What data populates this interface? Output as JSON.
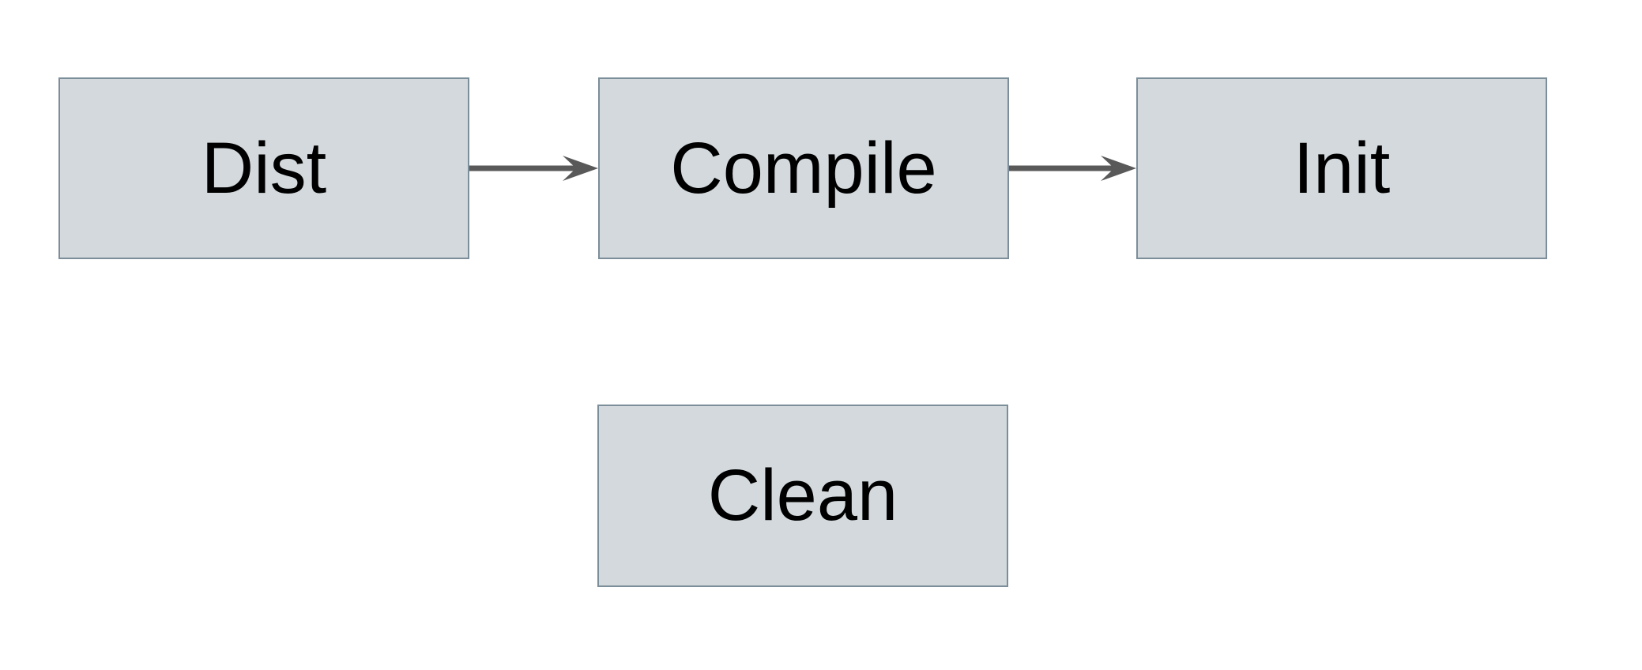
{
  "diagram": {
    "type": "flowchart",
    "nodes": [
      {
        "id": "dist",
        "label": "Dist"
      },
      {
        "id": "compile",
        "label": "Compile"
      },
      {
        "id": "init",
        "label": "Init"
      },
      {
        "id": "clean",
        "label": "Clean"
      }
    ],
    "edges": [
      {
        "from": "dist",
        "to": "compile",
        "style": "arrow-right"
      },
      {
        "from": "compile",
        "to": "init",
        "style": "arrow-right"
      }
    ],
    "colors": {
      "canvas_bg": "#ffffff",
      "node_fill": "#d3d9dc",
      "node_border": "#7b8e99",
      "arrow": "#595959",
      "label_text": "#000000"
    }
  }
}
